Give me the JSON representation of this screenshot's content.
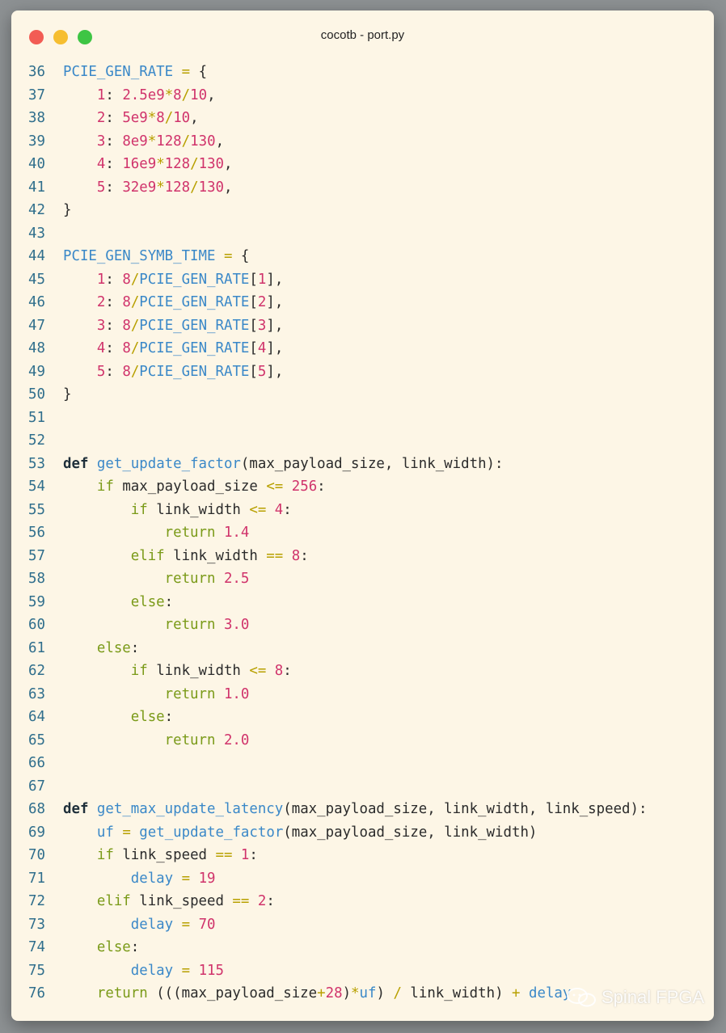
{
  "window": {
    "title": "cocotb - port.py"
  },
  "code_lines": [
    {
      "n": "36",
      "t": [
        [
          "v",
          "PCIE_GEN_RATE"
        ],
        [
          "p",
          " "
        ],
        [
          "o",
          "="
        ],
        [
          "p",
          " {"
        ]
      ]
    },
    {
      "n": "37",
      "t": [
        [
          "p",
          "    "
        ],
        [
          "n",
          "1"
        ],
        [
          "p",
          ": "
        ],
        [
          "n",
          "2.5e9"
        ],
        [
          "o",
          "*"
        ],
        [
          "n",
          "8"
        ],
        [
          "o",
          "/"
        ],
        [
          "n",
          "10"
        ],
        [
          "p",
          ","
        ]
      ]
    },
    {
      "n": "38",
      "t": [
        [
          "p",
          "    "
        ],
        [
          "n",
          "2"
        ],
        [
          "p",
          ": "
        ],
        [
          "n",
          "5e9"
        ],
        [
          "o",
          "*"
        ],
        [
          "n",
          "8"
        ],
        [
          "o",
          "/"
        ],
        [
          "n",
          "10"
        ],
        [
          "p",
          ","
        ]
      ]
    },
    {
      "n": "39",
      "t": [
        [
          "p",
          "    "
        ],
        [
          "n",
          "3"
        ],
        [
          "p",
          ": "
        ],
        [
          "n",
          "8e9"
        ],
        [
          "o",
          "*"
        ],
        [
          "n",
          "128"
        ],
        [
          "o",
          "/"
        ],
        [
          "n",
          "130"
        ],
        [
          "p",
          ","
        ]
      ]
    },
    {
      "n": "40",
      "t": [
        [
          "p",
          "    "
        ],
        [
          "n",
          "4"
        ],
        [
          "p",
          ": "
        ],
        [
          "n",
          "16e9"
        ],
        [
          "o",
          "*"
        ],
        [
          "n",
          "128"
        ],
        [
          "o",
          "/"
        ],
        [
          "n",
          "130"
        ],
        [
          "p",
          ","
        ]
      ]
    },
    {
      "n": "41",
      "t": [
        [
          "p",
          "    "
        ],
        [
          "n",
          "5"
        ],
        [
          "p",
          ": "
        ],
        [
          "n",
          "32e9"
        ],
        [
          "o",
          "*"
        ],
        [
          "n",
          "128"
        ],
        [
          "o",
          "/"
        ],
        [
          "n",
          "130"
        ],
        [
          "p",
          ","
        ]
      ]
    },
    {
      "n": "42",
      "t": [
        [
          "p",
          "}"
        ]
      ]
    },
    {
      "n": "43",
      "t": []
    },
    {
      "n": "44",
      "t": [
        [
          "v",
          "PCIE_GEN_SYMB_TIME"
        ],
        [
          "p",
          " "
        ],
        [
          "o",
          "="
        ],
        [
          "p",
          " {"
        ]
      ]
    },
    {
      "n": "45",
      "t": [
        [
          "p",
          "    "
        ],
        [
          "n",
          "1"
        ],
        [
          "p",
          ": "
        ],
        [
          "n",
          "8"
        ],
        [
          "o",
          "/"
        ],
        [
          "v",
          "PCIE_GEN_RATE"
        ],
        [
          "p",
          "["
        ],
        [
          "n",
          "1"
        ],
        [
          "p",
          "],"
        ]
      ]
    },
    {
      "n": "46",
      "t": [
        [
          "p",
          "    "
        ],
        [
          "n",
          "2"
        ],
        [
          "p",
          ": "
        ],
        [
          "n",
          "8"
        ],
        [
          "o",
          "/"
        ],
        [
          "v",
          "PCIE_GEN_RATE"
        ],
        [
          "p",
          "["
        ],
        [
          "n",
          "2"
        ],
        [
          "p",
          "],"
        ]
      ]
    },
    {
      "n": "47",
      "t": [
        [
          "p",
          "    "
        ],
        [
          "n",
          "3"
        ],
        [
          "p",
          ": "
        ],
        [
          "n",
          "8"
        ],
        [
          "o",
          "/"
        ],
        [
          "v",
          "PCIE_GEN_RATE"
        ],
        [
          "p",
          "["
        ],
        [
          "n",
          "3"
        ],
        [
          "p",
          "],"
        ]
      ]
    },
    {
      "n": "48",
      "t": [
        [
          "p",
          "    "
        ],
        [
          "n",
          "4"
        ],
        [
          "p",
          ": "
        ],
        [
          "n",
          "8"
        ],
        [
          "o",
          "/"
        ],
        [
          "v",
          "PCIE_GEN_RATE"
        ],
        [
          "p",
          "["
        ],
        [
          "n",
          "4"
        ],
        [
          "p",
          "],"
        ]
      ]
    },
    {
      "n": "49",
      "t": [
        [
          "p",
          "    "
        ],
        [
          "n",
          "5"
        ],
        [
          "p",
          ": "
        ],
        [
          "n",
          "8"
        ],
        [
          "o",
          "/"
        ],
        [
          "v",
          "PCIE_GEN_RATE"
        ],
        [
          "p",
          "["
        ],
        [
          "n",
          "5"
        ],
        [
          "p",
          "],"
        ]
      ]
    },
    {
      "n": "50",
      "t": [
        [
          "p",
          "}"
        ]
      ]
    },
    {
      "n": "51",
      "t": []
    },
    {
      "n": "52",
      "t": []
    },
    {
      "n": "53",
      "t": [
        [
          "kd",
          "def"
        ],
        [
          "p",
          " "
        ],
        [
          "fn",
          "get_update_factor"
        ],
        [
          "p",
          "(max_payload_size, link_width):"
        ]
      ]
    },
    {
      "n": "54",
      "t": [
        [
          "p",
          "    "
        ],
        [
          "k",
          "if"
        ],
        [
          "p",
          " max_payload_size "
        ],
        [
          "o",
          "<="
        ],
        [
          "p",
          " "
        ],
        [
          "n",
          "256"
        ],
        [
          "p",
          ":"
        ]
      ]
    },
    {
      "n": "55",
      "t": [
        [
          "p",
          "        "
        ],
        [
          "k",
          "if"
        ],
        [
          "p",
          " link_width "
        ],
        [
          "o",
          "<="
        ],
        [
          "p",
          " "
        ],
        [
          "n",
          "4"
        ],
        [
          "p",
          ":"
        ]
      ]
    },
    {
      "n": "56",
      "t": [
        [
          "p",
          "            "
        ],
        [
          "k",
          "return"
        ],
        [
          "p",
          " "
        ],
        [
          "n",
          "1.4"
        ]
      ]
    },
    {
      "n": "57",
      "t": [
        [
          "p",
          "        "
        ],
        [
          "k",
          "elif"
        ],
        [
          "p",
          " link_width "
        ],
        [
          "o",
          "=="
        ],
        [
          "p",
          " "
        ],
        [
          "n",
          "8"
        ],
        [
          "p",
          ":"
        ]
      ]
    },
    {
      "n": "58",
      "t": [
        [
          "p",
          "            "
        ],
        [
          "k",
          "return"
        ],
        [
          "p",
          " "
        ],
        [
          "n",
          "2.5"
        ]
      ]
    },
    {
      "n": "59",
      "t": [
        [
          "p",
          "        "
        ],
        [
          "k",
          "else"
        ],
        [
          "p",
          ":"
        ]
      ]
    },
    {
      "n": "60",
      "t": [
        [
          "p",
          "            "
        ],
        [
          "k",
          "return"
        ],
        [
          "p",
          " "
        ],
        [
          "n",
          "3.0"
        ]
      ]
    },
    {
      "n": "61",
      "t": [
        [
          "p",
          "    "
        ],
        [
          "k",
          "else"
        ],
        [
          "p",
          ":"
        ]
      ]
    },
    {
      "n": "62",
      "t": [
        [
          "p",
          "        "
        ],
        [
          "k",
          "if"
        ],
        [
          "p",
          " link_width "
        ],
        [
          "o",
          "<="
        ],
        [
          "p",
          " "
        ],
        [
          "n",
          "8"
        ],
        [
          "p",
          ":"
        ]
      ]
    },
    {
      "n": "63",
      "t": [
        [
          "p",
          "            "
        ],
        [
          "k",
          "return"
        ],
        [
          "p",
          " "
        ],
        [
          "n",
          "1.0"
        ]
      ]
    },
    {
      "n": "64",
      "t": [
        [
          "p",
          "        "
        ],
        [
          "k",
          "else"
        ],
        [
          "p",
          ":"
        ]
      ]
    },
    {
      "n": "65",
      "t": [
        [
          "p",
          "            "
        ],
        [
          "k",
          "return"
        ],
        [
          "p",
          " "
        ],
        [
          "n",
          "2.0"
        ]
      ]
    },
    {
      "n": "66",
      "t": []
    },
    {
      "n": "67",
      "t": []
    },
    {
      "n": "68",
      "t": [
        [
          "kd",
          "def"
        ],
        [
          "p",
          " "
        ],
        [
          "fn",
          "get_max_update_latency"
        ],
        [
          "p",
          "(max_payload_size, link_width, link_speed):"
        ]
      ]
    },
    {
      "n": "69",
      "t": [
        [
          "p",
          "    "
        ],
        [
          "v",
          "uf"
        ],
        [
          "p",
          " "
        ],
        [
          "o",
          "="
        ],
        [
          "p",
          " "
        ],
        [
          "fn",
          "get_update_factor"
        ],
        [
          "p",
          "(max_payload_size, link_width)"
        ]
      ]
    },
    {
      "n": "70",
      "t": [
        [
          "p",
          "    "
        ],
        [
          "k",
          "if"
        ],
        [
          "p",
          " link_speed "
        ],
        [
          "o",
          "=="
        ],
        [
          "p",
          " "
        ],
        [
          "n",
          "1"
        ],
        [
          "p",
          ":"
        ]
      ]
    },
    {
      "n": "71",
      "t": [
        [
          "p",
          "        "
        ],
        [
          "v",
          "delay"
        ],
        [
          "p",
          " "
        ],
        [
          "o",
          "="
        ],
        [
          "p",
          " "
        ],
        [
          "n",
          "19"
        ]
      ]
    },
    {
      "n": "72",
      "t": [
        [
          "p",
          "    "
        ],
        [
          "k",
          "elif"
        ],
        [
          "p",
          " link_speed "
        ],
        [
          "o",
          "=="
        ],
        [
          "p",
          " "
        ],
        [
          "n",
          "2"
        ],
        [
          "p",
          ":"
        ]
      ]
    },
    {
      "n": "73",
      "t": [
        [
          "p",
          "        "
        ],
        [
          "v",
          "delay"
        ],
        [
          "p",
          " "
        ],
        [
          "o",
          "="
        ],
        [
          "p",
          " "
        ],
        [
          "n",
          "70"
        ]
      ]
    },
    {
      "n": "74",
      "t": [
        [
          "p",
          "    "
        ],
        [
          "k",
          "else"
        ],
        [
          "p",
          ":"
        ]
      ]
    },
    {
      "n": "75",
      "t": [
        [
          "p",
          "        "
        ],
        [
          "v",
          "delay"
        ],
        [
          "p",
          " "
        ],
        [
          "o",
          "="
        ],
        [
          "p",
          " "
        ],
        [
          "n",
          "115"
        ]
      ]
    },
    {
      "n": "76",
      "t": [
        [
          "p",
          "    "
        ],
        [
          "k",
          "return"
        ],
        [
          "p",
          " (((max_payload_size"
        ],
        [
          "o",
          "+"
        ],
        [
          "n",
          "28"
        ],
        [
          "p",
          ")"
        ],
        [
          "o",
          "*"
        ],
        [
          "v",
          "uf"
        ],
        [
          "p",
          ") "
        ],
        [
          "o",
          "/"
        ],
        [
          "p",
          " link_width) "
        ],
        [
          "o",
          "+"
        ],
        [
          "p",
          " "
        ],
        [
          "v",
          "delay"
        ]
      ]
    }
  ],
  "watermark": {
    "text": "Spinal FPGA",
    "icon": "wechat-icon"
  }
}
